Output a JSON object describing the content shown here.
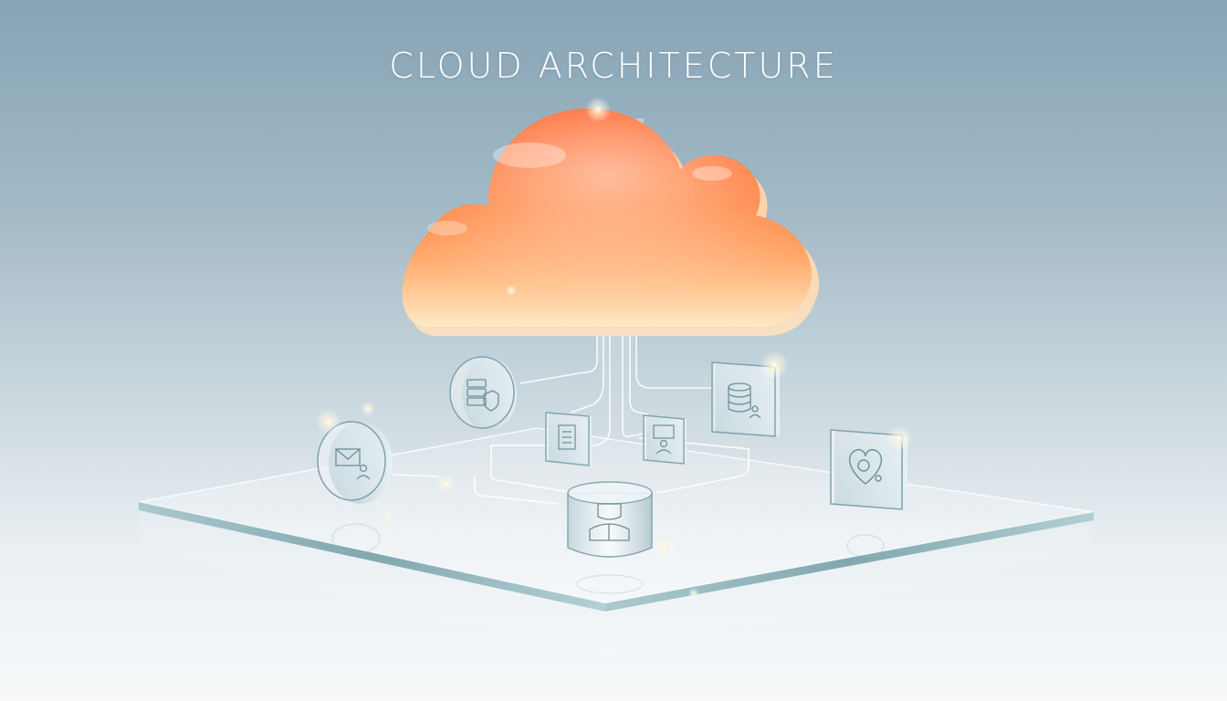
{
  "title": "CLOUD ARCHITECTURE",
  "colors": {
    "background_top": "#86a4b6",
    "background_bottom": "#f7f9fa",
    "cloud_top": "#ff5a14",
    "cloud_bottom": "#ffe6c0",
    "glass_edge": "#7fa8b4",
    "connector_line": "#ffffff"
  },
  "nodes": [
    {
      "name": "cloud",
      "icon": "cloud-icon"
    },
    {
      "name": "server-security-disc",
      "icon": "server-shield-icon"
    },
    {
      "name": "document-tile",
      "icon": "document-icon"
    },
    {
      "name": "user-network-tile",
      "icon": "user-network-icon"
    },
    {
      "name": "database-user-tile",
      "icon": "database-user-icon"
    },
    {
      "name": "mail-user-disc",
      "icon": "mail-user-icon"
    },
    {
      "name": "user-profile-cylinder",
      "icon": "user-profile-icon"
    },
    {
      "name": "health-heart-tile",
      "icon": "heart-icon"
    }
  ]
}
